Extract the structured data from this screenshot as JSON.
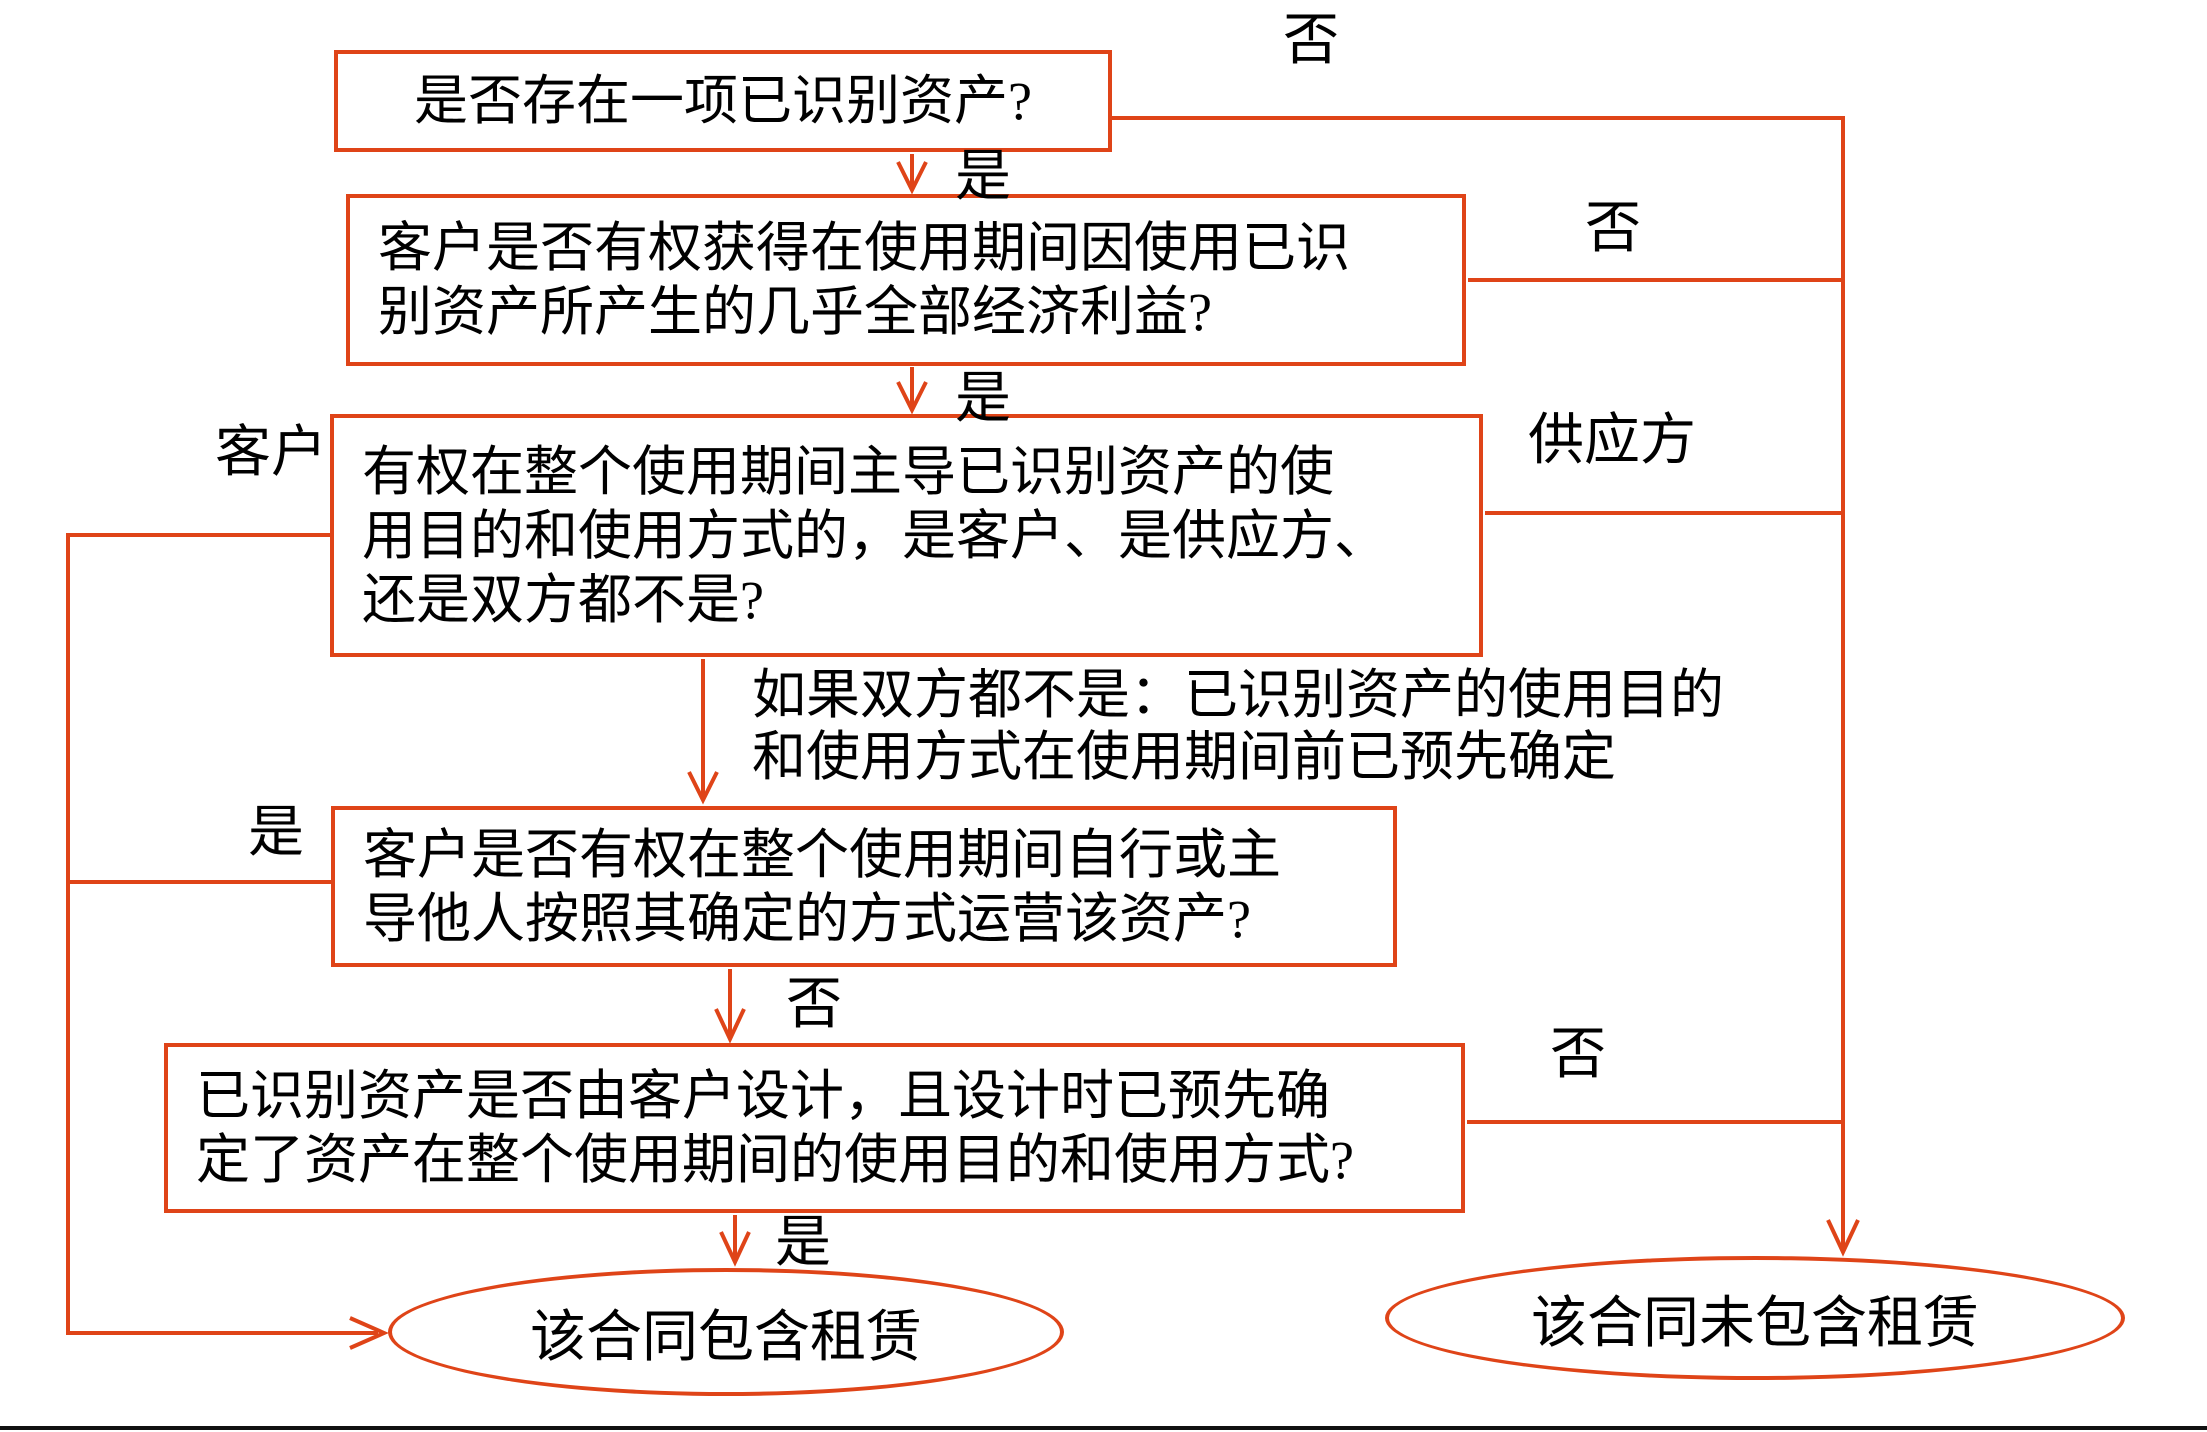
{
  "palette": {
    "accent": "#df4418",
    "text": "#000000",
    "background": "#ffffff",
    "bottom_rule": "#111111"
  },
  "nodes": {
    "q1": {
      "lines": [
        "是否存在一项已识别资产?"
      ]
    },
    "q2": {
      "lines": [
        "客户是否有权获得在使用期间因使用已识",
        "别资产所产生的几乎全部经济利益?"
      ]
    },
    "q3": {
      "lines": [
        "有权在整个使用期间主导已识别资产的使",
        "用目的和使用方式的，是客户、是供应方、",
        "还是双方都不是?"
      ]
    },
    "q4": {
      "lines": [
        "客户是否有权在整个使用期间自行或主",
        "导他人按照其确定的方式运营该资产?"
      ]
    },
    "q5": {
      "lines": [
        "已识别资产是否由客户设计，且设计时已预先确",
        "定了资产在整个使用期间的使用目的和使用方式?"
      ]
    },
    "lease": {
      "label": "该合同包含租赁"
    },
    "no_lease": {
      "label": "该合同未包含租赁"
    }
  },
  "edges": {
    "q1_no": "否",
    "q1_yes": "是",
    "q2_no": "否",
    "q2_yes": "是",
    "q3_customer": "客户",
    "q3_supplier": "供应方",
    "q3_neither": [
      "如果双方都不是：已识别资产的使用目的",
      "和使用方式在使用期间前已预先确定"
    ],
    "q4_yes": "是",
    "q4_no": "否",
    "q5_no": "否",
    "q5_yes": "是"
  }
}
